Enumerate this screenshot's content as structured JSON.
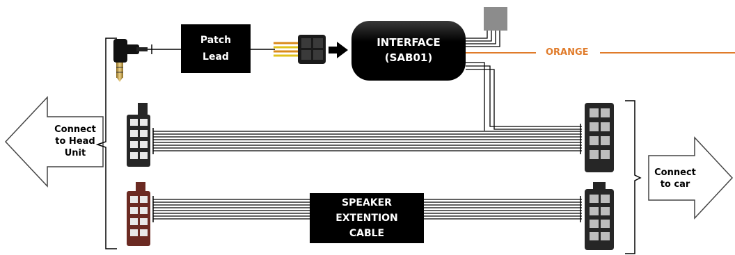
{
  "patch_lead": {
    "line1": "Patch",
    "line2": "Lead"
  },
  "interface": {
    "line1": "INTERFACE",
    "line2": "(SAB01)"
  },
  "orange_wire": {
    "label": "ORANGE",
    "color": "#e07b2a"
  },
  "head_unit_arrow": {
    "line1": "Connect",
    "line2": "to Head",
    "line3": "Unit"
  },
  "car_arrow": {
    "line1": "Connect",
    "line2": "to car"
  },
  "speaker_cable": {
    "line1": "SPEAKER",
    "line2": "EXTENTION",
    "line3": "CABLE"
  },
  "colors": {
    "black_connector": "#262626",
    "brown_connector": "#6b2a22",
    "wire": "#000000",
    "grey_box": "#8c8c8c",
    "jack_gold": "#c9a84a"
  }
}
